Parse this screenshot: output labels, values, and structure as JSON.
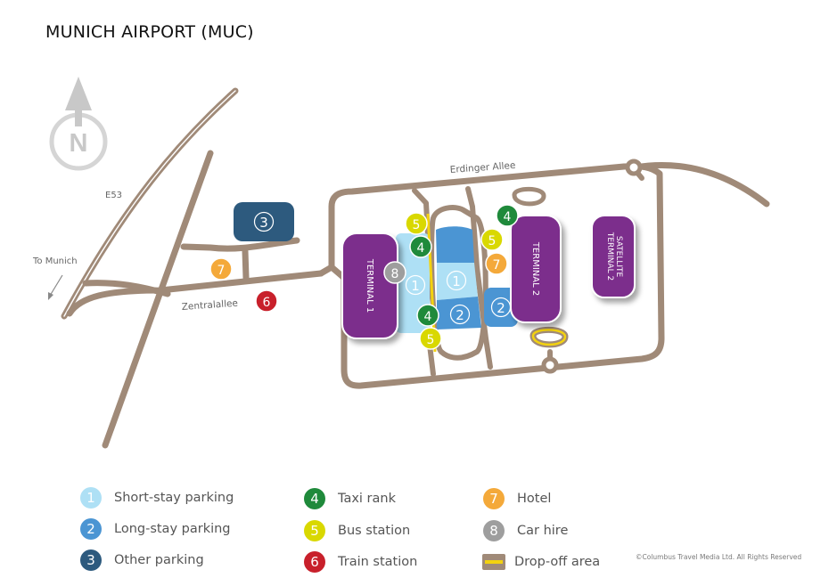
{
  "title": "MUNICH AIRPORT (MUC)",
  "compass": {
    "label": "N"
  },
  "roads": {
    "e53": "E53",
    "erdinger": "Erdinger Allee",
    "zentralallee": "Zentralallee",
    "to_munich": "To Munich"
  },
  "terminals": {
    "t1": "TERMINAL 1",
    "t2": "TERMINAL 2",
    "t2_satellite_line1": "TERMINAL 2",
    "t2_satellite_line2": "SATELLITE"
  },
  "markers": {
    "short_stay": "1",
    "long_stay": "2",
    "other_parking": "3",
    "taxi": "4",
    "bus": "5",
    "train": "6",
    "hotel": "7",
    "car_hire": "8"
  },
  "colors": {
    "road": "#a08a78",
    "terminal": "#7b2d8c",
    "short_stay": "#aee0f5",
    "long_stay": "#4b95d3",
    "other_parking": "#2d5a7e",
    "taxi": "#1f8a3b",
    "bus": "#d9d800",
    "train": "#c8202b",
    "hotel": "#f4a93a",
    "car_hire": "#9e9e9e",
    "dropoff": "#f3d20f"
  },
  "legend": {
    "short_stay": "Short-stay parking",
    "long_stay": "Long-stay parking",
    "other_parking": "Other parking",
    "taxi": "Taxi rank",
    "bus": "Bus station",
    "train": "Train station",
    "hotel": "Hotel",
    "car_hire": "Car hire",
    "dropoff": "Drop-off area"
  },
  "copyright": "©Columbus Travel Media Ltd. All Rights Reserved"
}
